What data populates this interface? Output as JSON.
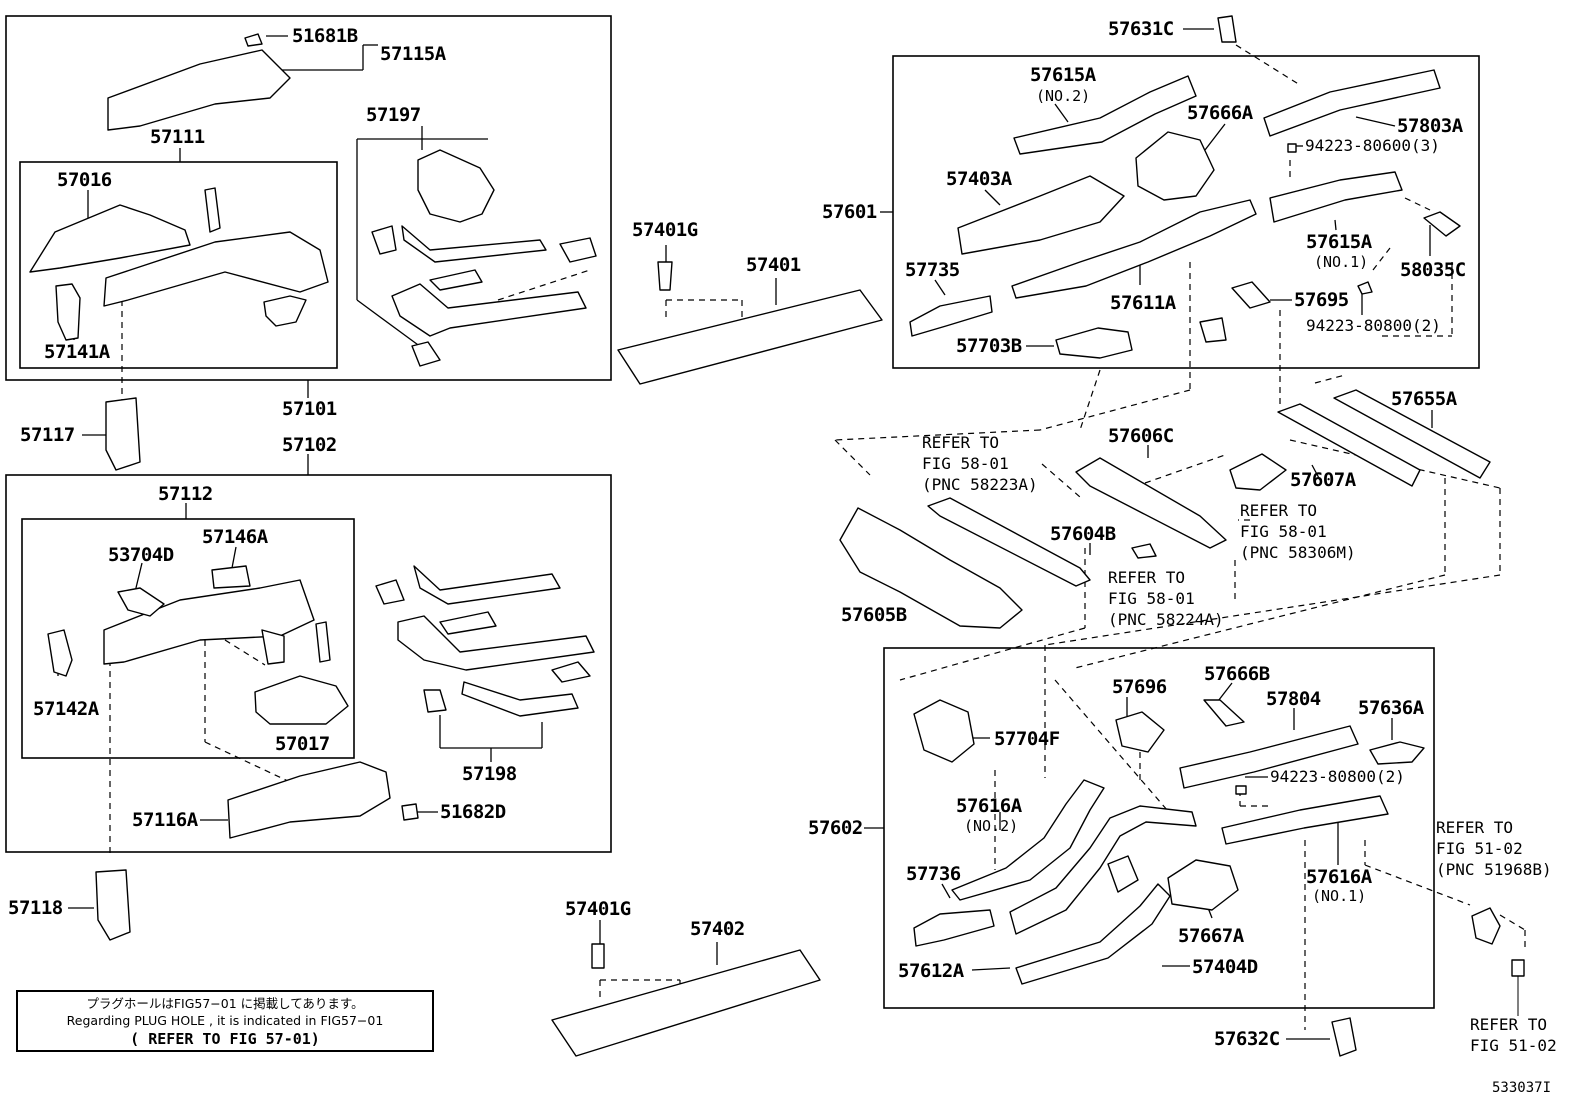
{
  "parts": {
    "p51681B": "51681B",
    "p57115A": "57115A",
    "p57111": "57111",
    "p57016": "57016",
    "p57141A": "57141A",
    "p57197": "57197",
    "p57101": "57101",
    "p57117": "57117",
    "p57102": "57102",
    "p57112": "57112",
    "p57146A": "57146A",
    "p53704D": "53704D",
    "p57142A": "57142A",
    "p57017": "57017",
    "p57198": "57198",
    "p57116A": "57116A",
    "p51682D": "51682D",
    "p57118": "57118",
    "p57401G_top": "57401G",
    "p57401": "57401",
    "p57401G_bot": "57401G",
    "p57402": "57402",
    "p57631C": "57631C",
    "p57615A_no2": "57615A",
    "p57666A": "57666A",
    "p57803A": "57803A",
    "p94223_80600": "94223-80600(3)",
    "p57403A": "57403A",
    "p57601": "57601",
    "p57615A_no1": "57615A",
    "p58035C": "58035C",
    "p57735": "57735",
    "p57611A": "57611A",
    "p57695": "57695",
    "p94223_80800_a": "94223-80800(2)",
    "p57703B": "57703B",
    "p57655A": "57655A",
    "p57606C": "57606C",
    "p57607A": "57607A",
    "p57604B": "57604B",
    "p57605B": "57605B",
    "p57696": "57696",
    "p57666B": "57666B",
    "p57804": "57804",
    "p57636A": "57636A",
    "p57704F": "57704F",
    "p94223_80800_b": "94223-80800(2)",
    "p57616A_no2": "57616A",
    "p57602": "57602",
    "p57736": "57736",
    "p57616A_no1": "57616A",
    "p57667A": "57667A",
    "p57612A": "57612A",
    "p57404D": "57404D",
    "p57632C": "57632C"
  },
  "subs": {
    "no2_a": "(NO.2)",
    "no1_a": "(NO.1)",
    "no2_b": "(NO.2)",
    "no1_b": "(NO.1)"
  },
  "refs": {
    "r58223A": "REFER TO\nFIG 58-01\n(PNC 58223A)",
    "r58306M": "REFER TO\nFIG 58-01\n(PNC 58306M)",
    "r58224A": "REFER TO\nFIG 58-01\n(PNC 58224A)",
    "r51968B": "REFER TO\nFIG 51-02\n(PNC 51968B)",
    "r5102": "REFER TO\nFIG 51-02"
  },
  "note": {
    "line_jp": "プラグホールはFIG57−01 に掲載してあります。",
    "line_en": "Regarding PLUG HOLE , it is indicated in FIG57−01",
    "line_ref": "( REFER TO FIG 57-01)"
  },
  "image_code": "533037I"
}
